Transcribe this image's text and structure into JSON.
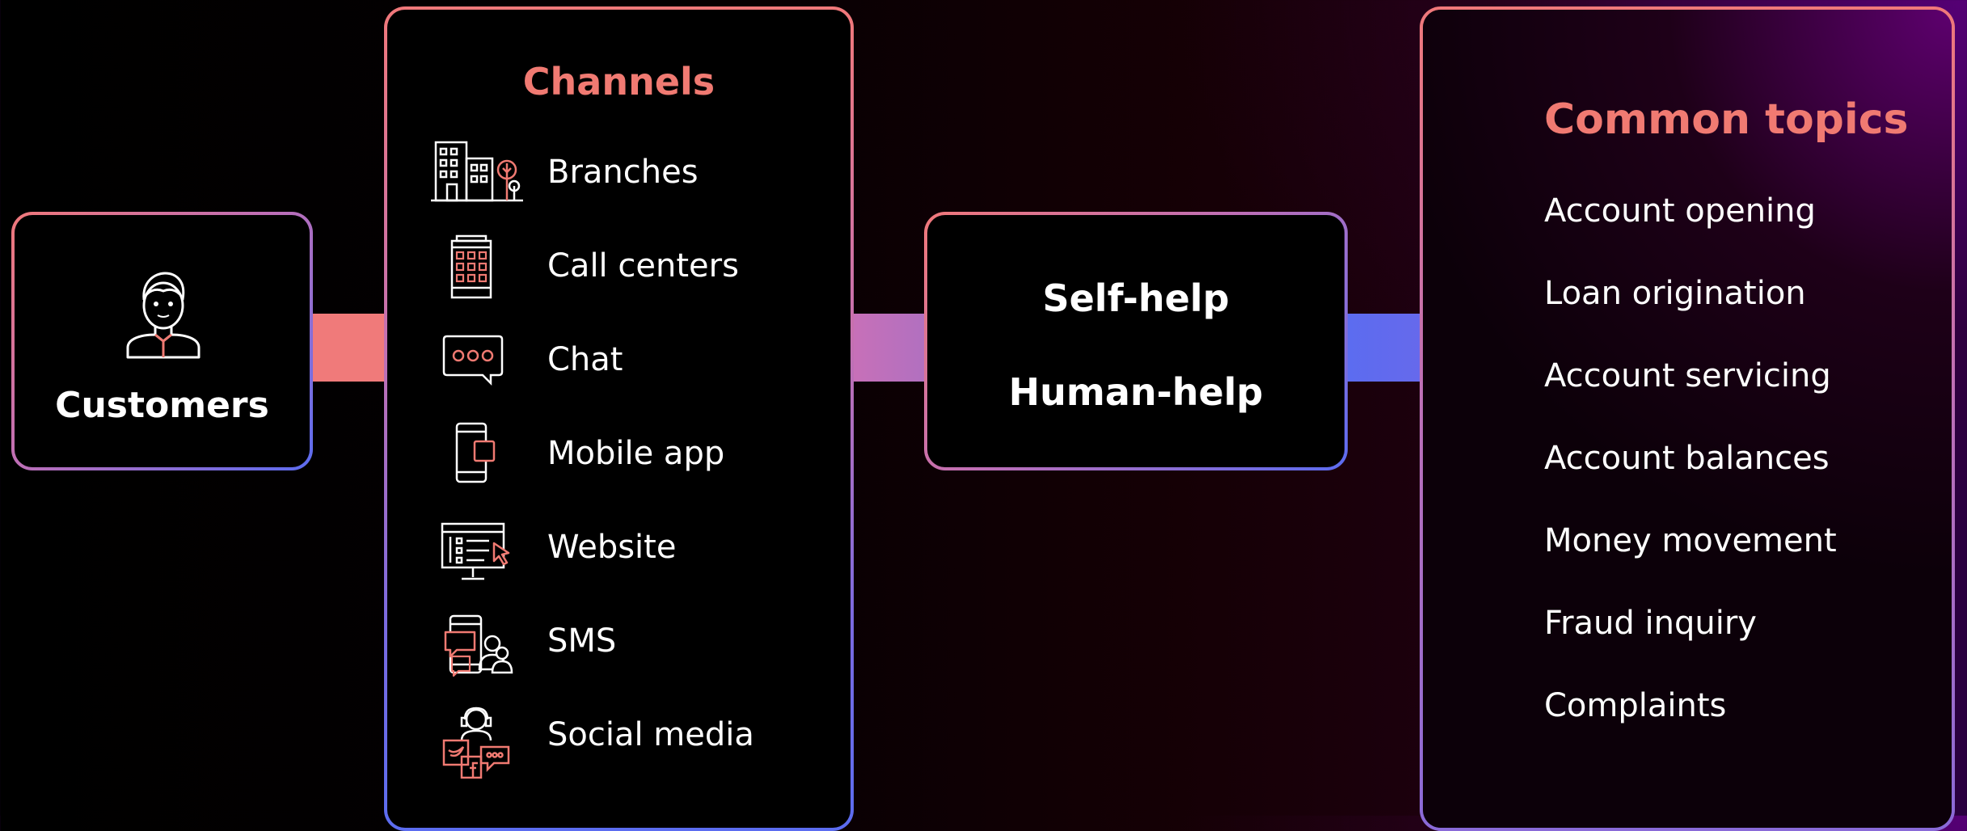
{
  "customers": {
    "label": "Customers",
    "icon": "customer-person-icon"
  },
  "channels": {
    "title": "Channels",
    "items": [
      {
        "label": "Branches",
        "icon": "branches-buildings-icon"
      },
      {
        "label": "Call centers",
        "icon": "call-center-building-icon"
      },
      {
        "label": "Chat",
        "icon": "chat-bubble-icon"
      },
      {
        "label": "Mobile app",
        "icon": "mobile-app-icon"
      },
      {
        "label": "Website",
        "icon": "website-monitor-icon"
      },
      {
        "label": "SMS",
        "icon": "sms-icon"
      },
      {
        "label": "Social media",
        "icon": "social-media-icon"
      }
    ]
  },
  "help": {
    "self_help": "Self-help",
    "human_help": "Human-help"
  },
  "topics": {
    "title": "Common topics",
    "items": [
      "Account opening",
      "Loan origination",
      "Account servicing",
      "Account balances",
      "Money movement",
      "Fraud inquiry",
      "Complaints"
    ]
  },
  "colors": {
    "accent_coral": "#f07a72",
    "accent_blue": "#5b6cf0",
    "accent_purple": "#b070c0",
    "background": "#000000"
  }
}
